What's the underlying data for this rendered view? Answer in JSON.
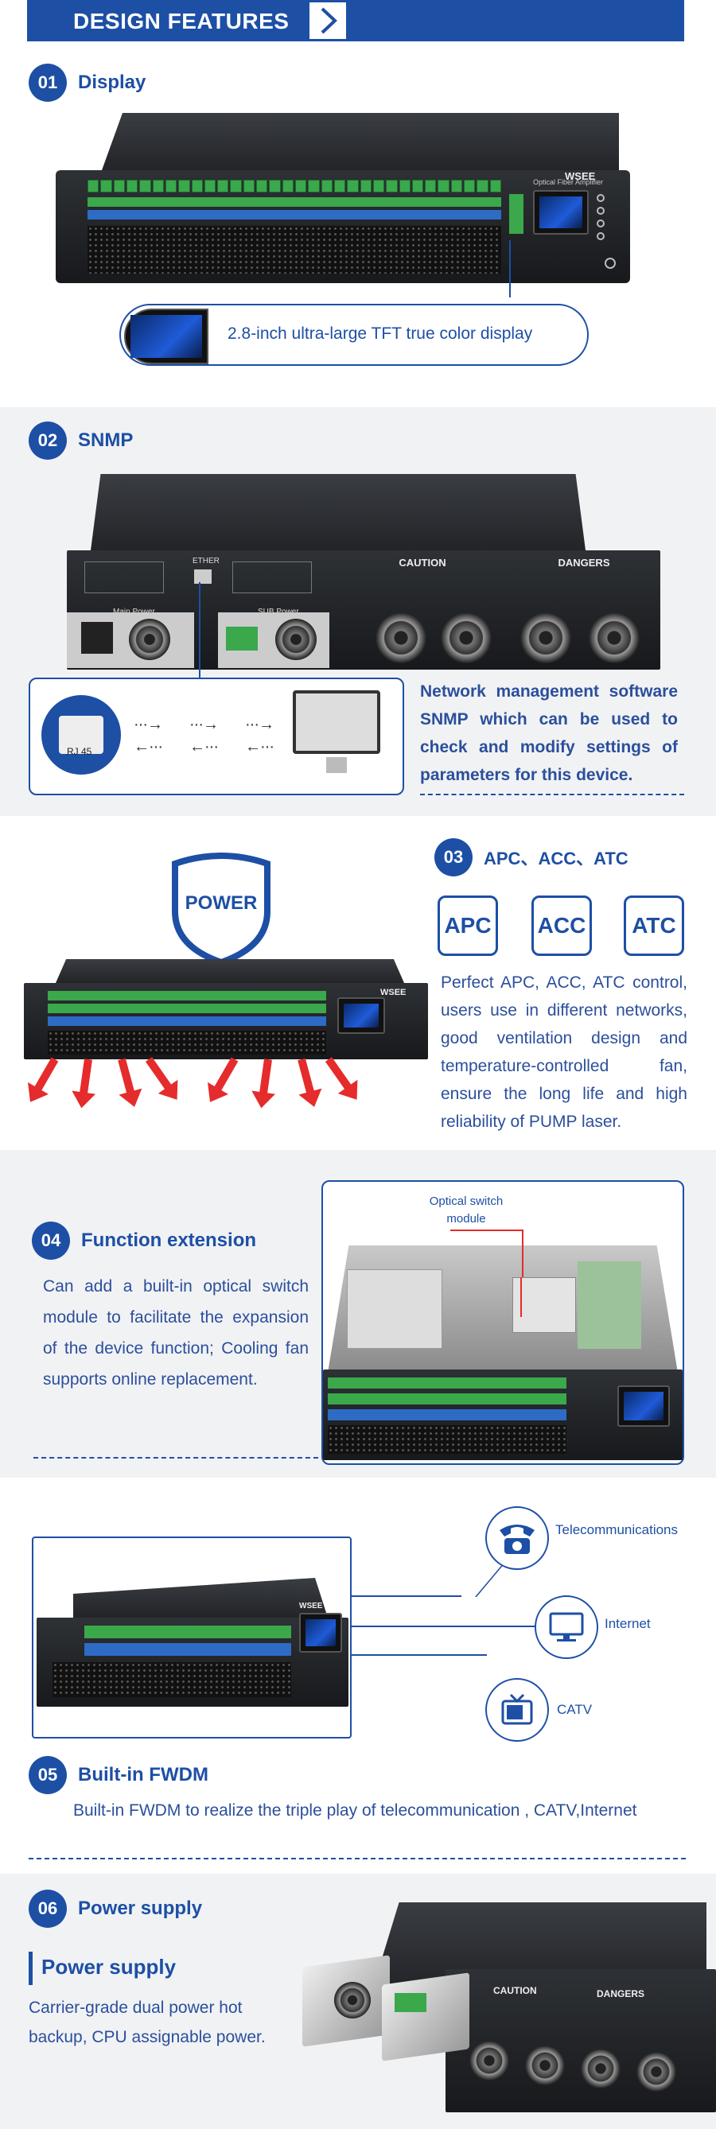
{
  "header": {
    "title": "DESIGN FEATURES"
  },
  "features": [
    {
      "num": "01",
      "title": "Display",
      "callout": "2.8-inch ultra-large TFT true color display"
    },
    {
      "num": "02",
      "title": "SNMP",
      "desc": "Network management software SNMP which can be used to check and modify settings of parameters for this device.",
      "panel": {
        "main_power": "Main Power",
        "ether": "ETHER",
        "sub_power": "SUB Power",
        "caution": "CAUTION",
        "dangers": "DANGERS",
        "rj45": "RJ 45"
      }
    },
    {
      "num": "03",
      "title": "APC、ACC、ATC",
      "power_label": "POWER",
      "controls": [
        "APC",
        "ACC",
        "ATC"
      ],
      "desc": "Perfect APC, ACC, ATC control, users use in different networks, good ventilation design and temperature-controlled fan, ensure the long life and high reliability of PUMP laser."
    },
    {
      "num": "04",
      "title": "Function extension",
      "callout": "Optical switch module",
      "desc": "Can add a built-in optical switch module to facilitate the expansion of the device function; Cooling fan supports online replacement."
    },
    {
      "num": "05",
      "title": "Built-in FWDM",
      "apps": [
        "Telecommunications",
        "Internet",
        "CATV"
      ],
      "desc": "Built-in FWDM to realize the triple play of telecommunication , CATV,Internet"
    },
    {
      "num": "06",
      "title": "Power supply",
      "subtitle": "Power supply",
      "desc": "Carrier-grade dual power hot backup, CPU assignable power."
    }
  ],
  "device": {
    "brand": "WSEE",
    "panel_label": "Optical Fiber Amplifier"
  },
  "colors": {
    "brand_blue": "#1d4fa5",
    "port_green": "#3aa84b",
    "port_blue": "#2e6bc4",
    "arrow_red": "#e52b2b",
    "section_gray": "#f1f2f4"
  }
}
